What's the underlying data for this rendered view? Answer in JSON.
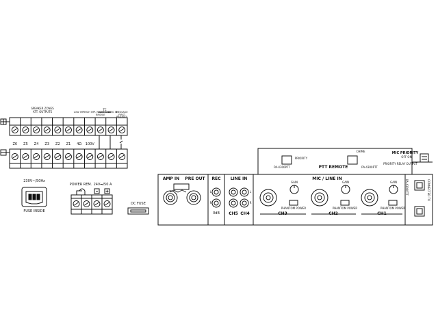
{
  "terminal_top": {
    "group_label_line1": "SPEAKER ZONES",
    "group_label_line2": "ATT. OUTPUTS",
    "columns": [
      {
        "label": "Z6",
        "top": ""
      },
      {
        "label": "Z5",
        "top": ""
      },
      {
        "label": "Z4",
        "top": ""
      },
      {
        "label": "Z3",
        "top": ""
      },
      {
        "label": "Z2",
        "top": ""
      },
      {
        "label": "Z1",
        "top": ""
      },
      {
        "label": "4Ω",
        "top": "LOW IMP."
      },
      {
        "label": "100V",
        "top": "HIGH IMP."
      },
      {
        "label": "",
        "top": "NIGHT BRIDGE"
      },
      {
        "label": "",
        "top": "FADING IN"
      },
      {
        "label": "",
        "top": "MESSAGE FIRST PRIORITY"
      }
    ],
    "ground_sym": "⊕",
    "cancel_sym": "⊖",
    "tc_label": "TC"
  },
  "power": {
    "mains_label": "230V~/50Hz",
    "fuse_label": "FUSE INSIDE",
    "power_rem_label": "POWER REM.",
    "dc_label": "24V⎓/50 A",
    "minus": "−",
    "plus": "+",
    "dc_fuse_label": "DC FUSE"
  },
  "rear_panel": {
    "amp_in": "AMP IN",
    "pre_out": "PRE OUT",
    "rec": "REC",
    "line_in": "LINE IN",
    "odb": "0dB",
    "ch5": "CH5",
    "ch4": "CH4",
    "l": "L",
    "r": "R",
    "mic_line_in": "MIC / LINE IN",
    "gain": "GAIN",
    "phantom": "PHANTOM POWER",
    "ch3": "CH3",
    "ch2": "CH2",
    "ch1": "CH1",
    "ptt_remote": "PTT REMOTE",
    "pa_model_left": "PA-4300PTT",
    "pa_model_right": "PA-4300PTT",
    "priority": "PRIORITY",
    "mic_priority": "MIC PRIORITY",
    "off_on": "OFF ON",
    "priority_relay": "PRIORITY RELAY OUTPUT",
    "side_top": "PA-4300PTT",
    "side_bottom": "CONNECTED TO",
    "chime": "CHIME"
  }
}
